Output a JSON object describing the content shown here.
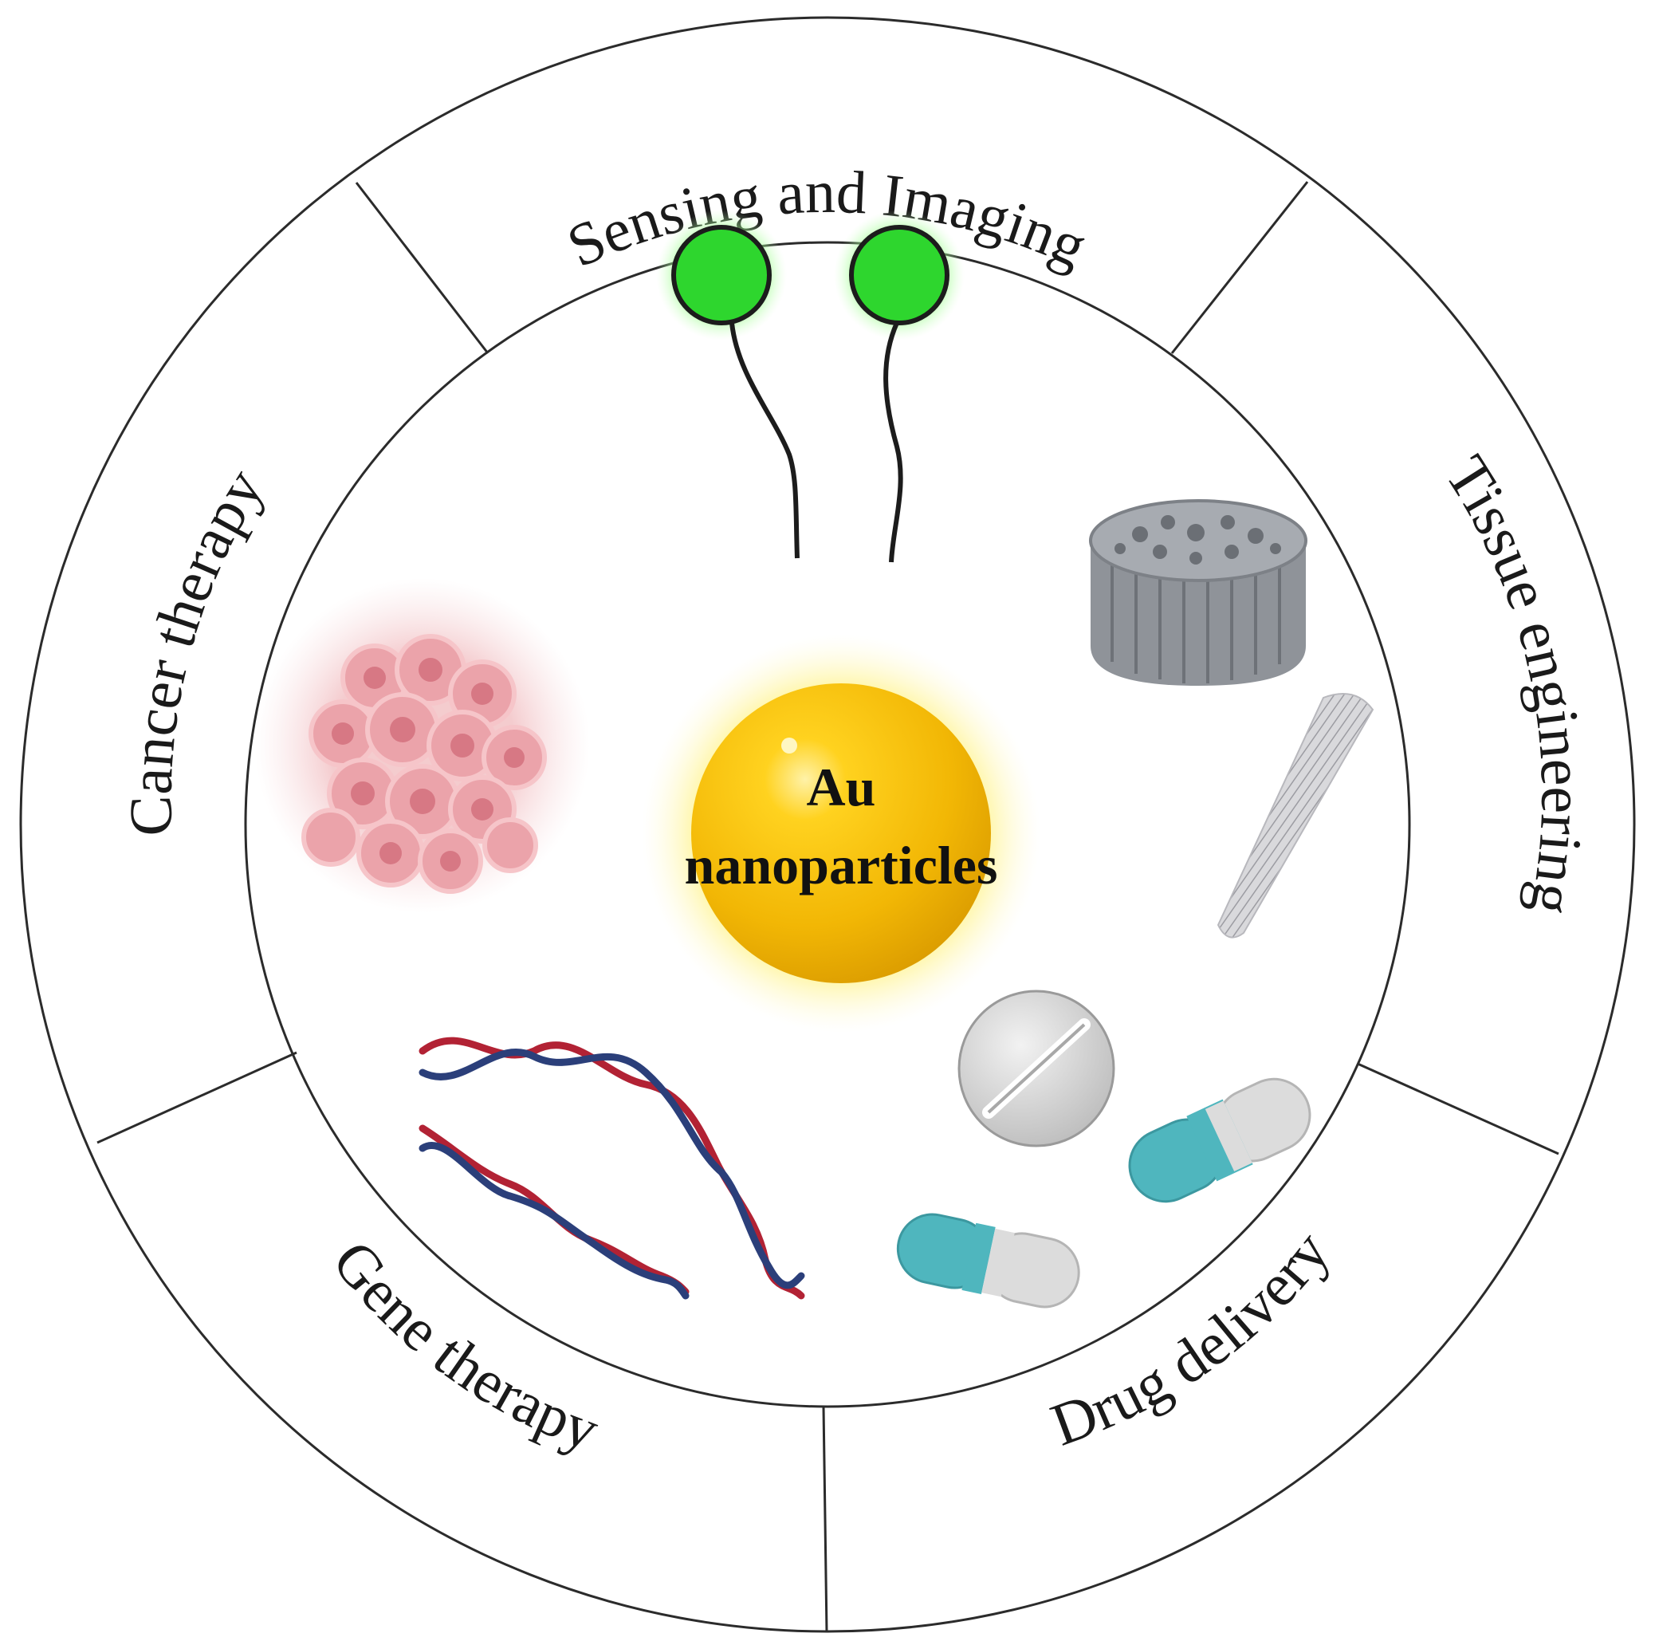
{
  "center": {
    "line1": "Au",
    "line2": "nanoparticles",
    "color": "#f2b705"
  },
  "segments": [
    {
      "label": "Sensing and Imaging",
      "icon": "fluorescent-probe-icon"
    },
    {
      "label": "Tissue engineering",
      "icon": "scaffold-icon"
    },
    {
      "label": "Drug delivery",
      "icon": "pill-capsule-icon"
    },
    {
      "label": "Gene therapy",
      "icon": "dna-icon"
    },
    {
      "label": "Cancer therapy",
      "icon": "tumor-cell-cluster-icon"
    }
  ],
  "colors": {
    "ring_stroke": "#2b2b2b",
    "probe_green": "#2ed62e",
    "tumor_pink": "#e79aa1",
    "scaffold_grey": "#8f9399",
    "capsule_teal": "#4fb6be",
    "dna_red": "#b22234",
    "dna_blue": "#2b3f7a"
  }
}
